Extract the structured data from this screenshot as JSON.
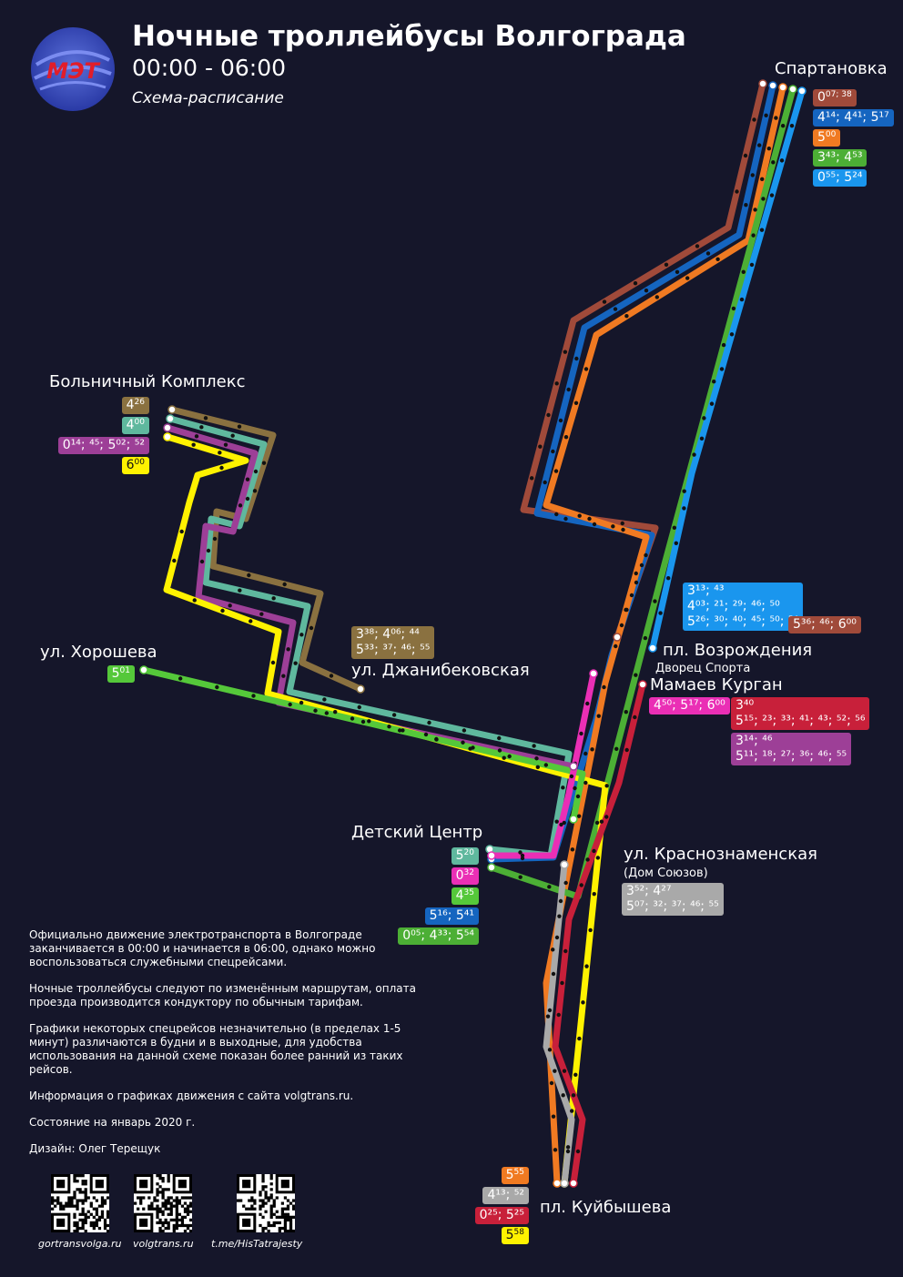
{
  "header": {
    "title": "Ночные троллейбусы Волгограда",
    "hours": "00:00 - 06:00",
    "subtitle": "Схема-расписание",
    "logo_text": "МЭТ"
  },
  "colors": {
    "background": "#15162a",
    "brown": "#a04a3a",
    "navy": "#1565c0",
    "orange": "#f07a22",
    "green": "#4caf35",
    "cyan": "#1a96ee",
    "olive": "#8a7140",
    "teal": "#5fb89e",
    "purple": "#9d3f97",
    "yellow": "#fff200",
    "lime": "#55c83a",
    "magenta": "#ea2fb5",
    "red": "#c8203a",
    "gray": "#a9a9a9"
  },
  "stops": {
    "spartanovka": "Спартановка",
    "bolnichny": "Больничный Комплекс",
    "horosheva": "ул. Хорошева",
    "dzhanibekovskaya": "ул. Джанибековская",
    "vozrozhdeniya": "пл. Возрождения",
    "vozrozhdeniya_sub": "Дворец Спорта",
    "mamaev": "Мамаев Курган",
    "detsky": "Детский Центр",
    "krasnoznamenskaya": "ул. Краснознаменская",
    "krasnoznamenskaya_sub": "(Дом Союзов)",
    "kuibysheva": "пл. Куйбышева"
  },
  "schedules": {
    "spartanovka": [
      {
        "color": "brown",
        "route": "0",
        "times": "07; 38"
      },
      {
        "color": "navy",
        "text": "4¹⁴; 4⁴¹; 5¹⁷"
      },
      {
        "color": "orange",
        "route": "5",
        "times": "00"
      },
      {
        "color": "green",
        "text": "3⁴³; 4⁵³"
      },
      {
        "color": "cyan",
        "text": "0⁵⁵; 5²⁴"
      }
    ],
    "bolnichny": [
      {
        "color": "olive",
        "route": "4",
        "times": "26"
      },
      {
        "color": "teal",
        "route": "4",
        "times": "00"
      },
      {
        "color": "purple",
        "text": "0¹⁴; ⁴⁵; 5⁰²; ⁵²"
      },
      {
        "color": "yellow",
        "route": "6",
        "times": "00",
        "dark": true
      }
    ],
    "horosheva": [
      {
        "color": "lime",
        "route": "5",
        "times": "01"
      }
    ],
    "dzhanibekovskaya": [
      {
        "color": "olive",
        "line1": "3³⁸; 4⁰⁶; ⁴⁴",
        "line2": "5³³; ³⁷; ⁴⁶; ⁵⁵"
      }
    ],
    "vozrozhdeniya": [
      {
        "color": "cyan",
        "line1": "3¹³; ⁴³",
        "line2": "4⁰³; ²¹; ²⁹; ⁴⁶; ⁵⁰",
        "line3": "5²⁶; ³⁰; ⁴⁰; ⁴⁵; ⁵⁰; ⁵⁴"
      }
    ],
    "vozrozhdeniya_extra": [
      {
        "color": "brown",
        "text": "5³⁶; ⁴⁶; 6⁰⁰"
      }
    ],
    "mamaev": [
      {
        "color": "magenta",
        "text": "4⁵⁰; 5¹⁷; 6⁰⁰"
      }
    ],
    "mamaev_right": [
      {
        "color": "red",
        "line1": "3⁴⁰",
        "line2": "5¹⁵; ²³; ³³; ⁴¹; ⁴³; ⁵²; ⁵⁶"
      },
      {
        "color": "purple",
        "line1": "3¹⁴; ⁴⁶",
        "line2": "5¹¹; ¹⁸; ²⁷; ³⁶; ⁴⁶; ⁵⁵"
      }
    ],
    "detsky": [
      {
        "color": "teal",
        "route": "5",
        "times": "20"
      },
      {
        "color": "magenta",
        "route": "0",
        "times": "32"
      },
      {
        "color": "lime",
        "route": "4",
        "times": "35"
      },
      {
        "color": "navy",
        "text": "5¹⁶; 5⁴¹"
      },
      {
        "color": "green",
        "text": "0⁰⁵; 4³³; 5⁵⁴"
      }
    ],
    "krasnoznamenskaya": [
      {
        "color": "gray",
        "line1": "3⁵²; 4²⁷",
        "line2": "5⁰⁷; ³²; ³⁷; ⁴⁶; ⁵⁵"
      }
    ],
    "kuibysheva": [
      {
        "color": "orange",
        "route": "5",
        "times": "55"
      },
      {
        "color": "gray",
        "text": "4¹³; ⁵²"
      },
      {
        "color": "red",
        "text": "0²⁵; 5²⁵"
      },
      {
        "color": "yellow",
        "route": "5",
        "times": "58",
        "dark": true
      }
    ]
  },
  "notes": {
    "p1": "Официально движение электротранспорта в Волгограде заканчивается в 00:00 и начинается в 06:00, однако можно воспользоваться служебными спецрейсами.",
    "p2": "Ночные троллейбусы следуют по изменённым маршрутам, оплата проезда производится кондуктору по обычным тарифам.",
    "p3": "Графики некоторых спецрейсов незначительно (в пределах 1-5 минут) различаются в будни и в выходные, для удобства использования на данной схеме показан более ранний из таких рейсов.",
    "p4": "Информация о графиках движения с сайта volgtrans.ru.",
    "p5": "Состояние на январь 2020 г.",
    "p6": "Дизайн: Олег Терещук"
  },
  "qr_links": [
    "gortransvolga.ru",
    "volgtrans.ru",
    "t.me/HisTatrajesty"
  ]
}
